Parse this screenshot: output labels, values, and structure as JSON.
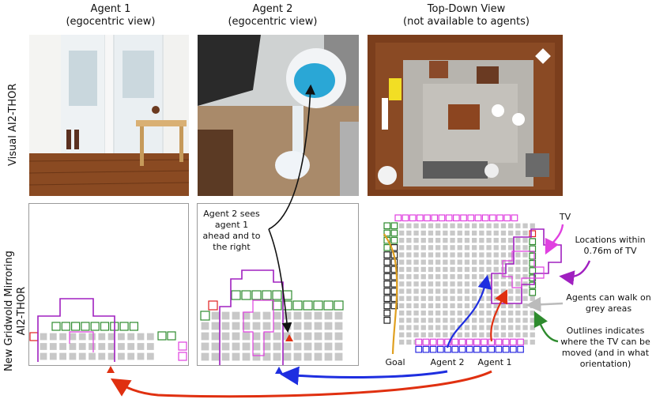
{
  "columns": {
    "agent1": {
      "line1": "Agent 1",
      "line2": "(egocentric view)"
    },
    "agent2": {
      "line1": "Agent 2",
      "line2": "(egocentric view)"
    },
    "topdown": {
      "line1": "Top-Down View",
      "line2": "(not available to agents)"
    }
  },
  "rows": {
    "visual": "Visual AI2-THOR",
    "grid_line1": "New Gridwold Mirroring",
    "grid_line2": "AI2-THOR"
  },
  "annotations": {
    "agent2_sees": [
      "Agent 2 sees",
      "agent 1",
      "ahead and to",
      "the right"
    ],
    "tv": "TV",
    "locations": [
      "Locations within",
      "0.76m of TV"
    ],
    "walk": [
      "Agents can walk on",
      "grey areas"
    ],
    "outlines": [
      "Outlines indicates",
      "where the TV can be",
      "moved (and in what",
      "orientation)"
    ],
    "goal": "Goal",
    "agent2": "Agent 2",
    "agent1": "Agent 1"
  },
  "colors": {
    "grey_cell": "#c8c8c8",
    "green_outline": "#2e8b2e",
    "magenta_outline": "#e040e0",
    "blue_outline": "#2a2ae0",
    "red_outline": "#e02020",
    "purple_line": "#a020c0",
    "agent1_arrow": "#e03010",
    "agent2_arrow": "#1e2ee0",
    "goal_arrow": "#e0a020"
  }
}
